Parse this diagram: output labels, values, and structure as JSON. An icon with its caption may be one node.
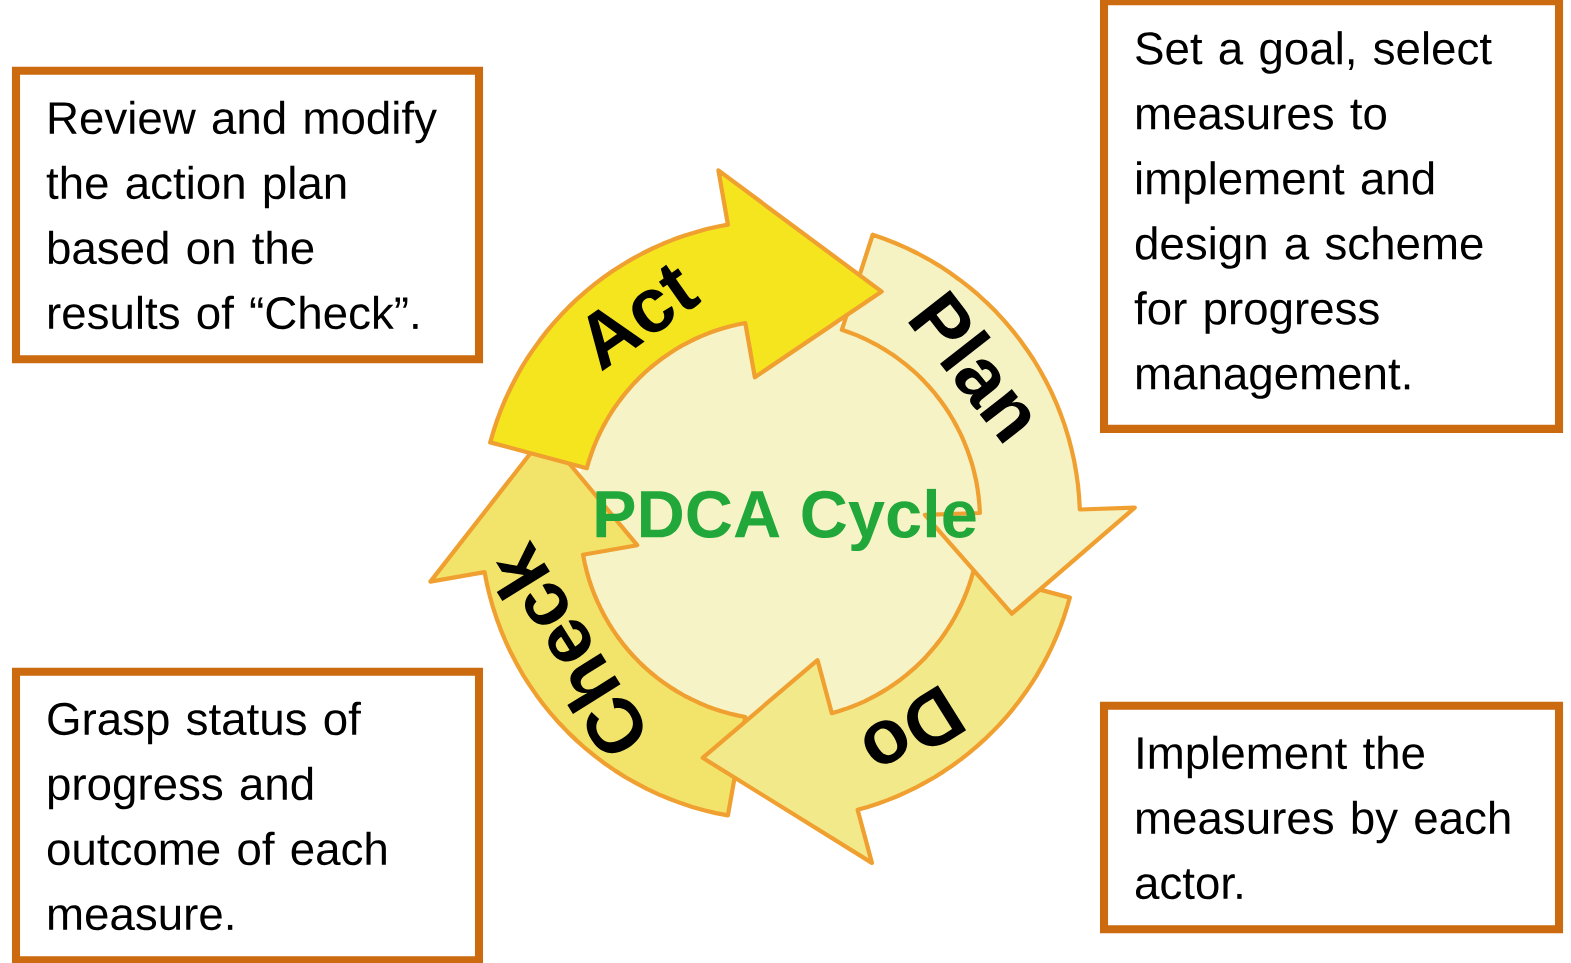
{
  "diagram": {
    "nodes": [
      {
        "text": [
          "Review and modify the action plan based on the results of “Check”."
        ]
      },
      {
        "text": [
          "Set a goal, select measures to implement and design a scheme for progress management."
        ]
      },
      {
        "text": [
          "Act"
        ]
      },
      {
        "text": [
          "Plan"
        ]
      },
      {
        "text": [
          "PDCA Cycle"
        ]
      },
      {
        "text": [
          "Check"
        ]
      },
      {
        "text": [
          "Do"
        ]
      },
      {
        "text": [
          "Grasp status of progress and outcome of each measure."
        ]
      },
      {
        "text": [
          "Implement the measures by each actor."
        ]
      }
    ],
    "edges": []
  }
}
